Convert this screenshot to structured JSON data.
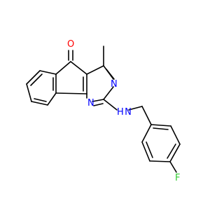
{
  "molecule": {
    "atoms": [
      {
        "id": "O1",
        "label": "O",
        "color": "#ff0000"
      },
      {
        "id": "N1",
        "label": "N",
        "color": "#0000ff"
      },
      {
        "id": "N2",
        "label": "N",
        "color": "#0000ff"
      },
      {
        "id": "NH",
        "label": "H N",
        "color": "#0000ff"
      },
      {
        "id": "F1",
        "label": "F",
        "color": "#33cc33"
      }
    ],
    "colors": {
      "bond": "#000000",
      "oxygen": "#ff0000",
      "nitrogen": "#0000ff",
      "fluorine": "#33cc33"
    }
  }
}
